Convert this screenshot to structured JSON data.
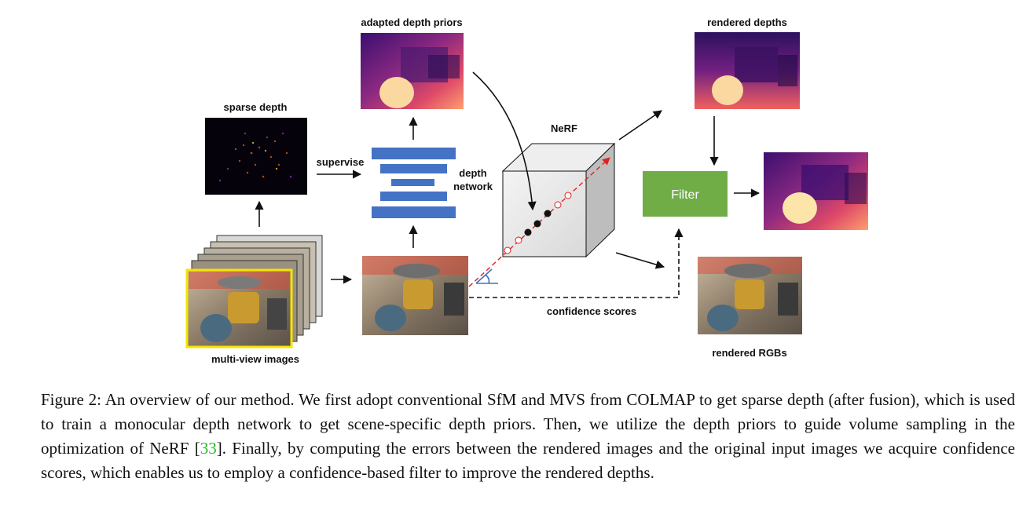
{
  "labels": {
    "adapted_depth_priors": "adapted depth priors",
    "sparse_depth": "sparse depth",
    "supervise": "supervise",
    "depth_network_line1": "depth",
    "depth_network_line2": "network",
    "multi_view_images": "multi-view images",
    "nerf": "NeRF",
    "rendered_depths": "rendered depths",
    "filter": "Filter",
    "confidence_scores": "confidence scores",
    "rendered_rgbs": "rendered RGBs"
  },
  "caption": {
    "prefix": "Figure 2: An overview of our method. We first adopt conventional SfM and MVS from COLMAP to get sparse depth (after fusion), which is used to train a monocular depth network to get scene-specific depth priors. Then, we utilize the depth priors to guide volume sampling in the optimization of NeRF [",
    "citation": "33",
    "suffix": "]. Finally, by computing the errors between the rendered images and the original input images we acquire confidence scores, which enables us to employ a confidence-based filter to improve the rendered depths."
  },
  "colors": {
    "network_blue": "#4472c4",
    "filter_green": "#70ad47",
    "ray_red": "#e02020",
    "highlight_yellow": "#f5e400",
    "citation_green": "#22bb22"
  }
}
